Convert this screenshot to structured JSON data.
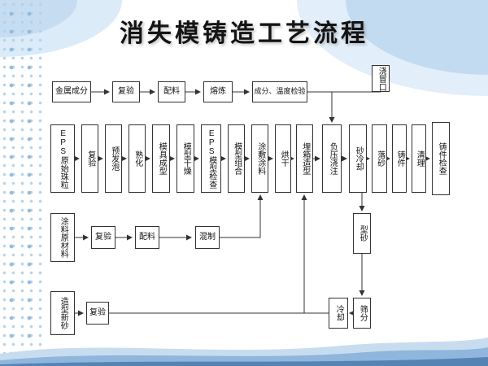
{
  "slide": {
    "title": "消失模铸造工艺流程"
  },
  "flow": {
    "row1": [
      "金属成分",
      "复验",
      "配料",
      "熔炼",
      "成分、温度检验"
    ],
    "riser": "浇冒口",
    "row2": [
      "EPS原始珠粒",
      "复验",
      "预发泡",
      "熟化",
      "模具成型",
      "模型干燥",
      "EPS模型检查",
      "模型组合",
      "涂敷涂料",
      "烘干",
      "埋箱造型",
      "负压浇注",
      "砂冷却",
      "落砂",
      "铸件",
      "清理",
      "铸件检查"
    ],
    "row3": [
      "涂料原材料",
      "复验",
      "配料",
      "混制"
    ],
    "row4": [
      "造型新砂",
      "复验",
      "冷却",
      "筛分"
    ],
    "sand_label": "型砂"
  },
  "colors": {
    "accent_light": "#c6ddf1",
    "accent_mid": "#8fb6dc",
    "accent_deep": "#5583b4",
    "line": "#333333"
  }
}
